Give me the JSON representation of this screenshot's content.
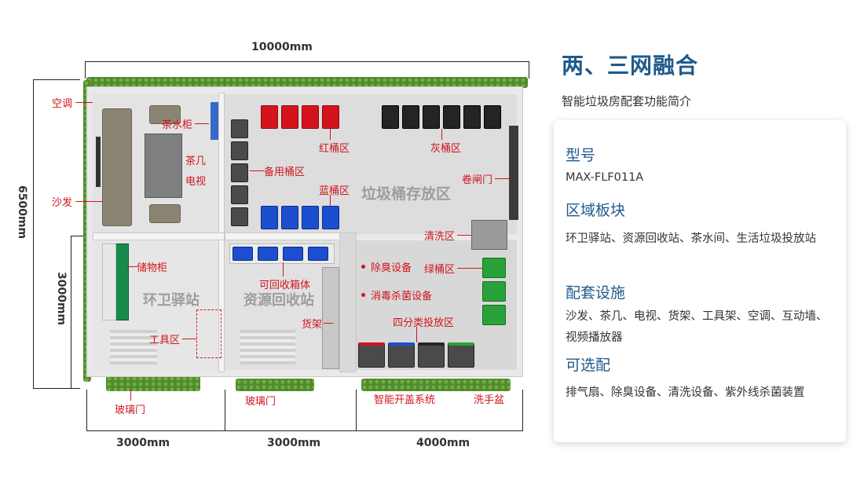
{
  "dimensions": {
    "top": "10000mm",
    "left": "6500mm",
    "left_inner": "3000mm",
    "bottom": [
      "3000mm",
      "3000mm",
      "4000mm"
    ]
  },
  "zones": {
    "rest": "环卫驿站",
    "recycle": "资源回收站",
    "storage": "垃圾桶存放区"
  },
  "labels": {
    "ac": "空调",
    "sofa": "沙发",
    "tea_cabinet": "茶水柜",
    "tea_table": "茶几",
    "tv": "电视",
    "storage_cabinet": "储物柜",
    "tool_area": "工具区",
    "recycle_box": "可回收箱体",
    "shelf": "货架",
    "red_bins": "红桶区",
    "spare_bins": "备用桶区",
    "blue_bins": "蓝桶区",
    "gray_bins": "灰桶区",
    "roller_door": "卷闸门",
    "wash_area": "清洗区",
    "green_bins": "绿桶区",
    "deodorizer": "除臭设备",
    "disinfect": "消毒杀菌设备",
    "sort_drop": "四分类投放区",
    "glass_door_1": "玻璃门",
    "glass_door_2": "玻璃门",
    "smart_lid": "智能开盖系统",
    "sink": "洗手盆"
  },
  "info": {
    "title": "两、三网融合",
    "subtitle": "智能垃圾房配套功能简介",
    "model_heading": "型号",
    "model_value": "MAX-FLF011A",
    "zones_heading": "区域板块",
    "zones_text": "环卫驿站、资源回收站、茶水间、生活垃圾投放站",
    "facilities_heading": "配套设施",
    "facilities_text": "沙发、茶几、电视、货架、工具架、空调、互动墙、视频播放器",
    "optional_heading": "可选配",
    "optional_text": "排气扇、除臭设备、清洗设备、紫外线杀菌装置"
  },
  "colors": {
    "accent": "#1f5a8c",
    "label_red": "#d0151c",
    "bin_red": "#d3141c",
    "bin_blue": "#1c4fd0",
    "bin_green": "#2aa23a",
    "bin_black": "#242424"
  }
}
